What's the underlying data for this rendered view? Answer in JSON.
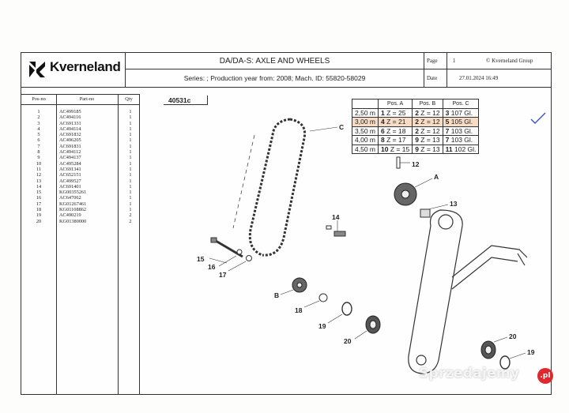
{
  "header": {
    "brand": "Kverneland",
    "title": "DA/DA-S: AXLE AND WHEELS",
    "series": "Series: ; Production year from: 2008; Mach. ID: 55820-58029",
    "page_label": "Page",
    "page_value": "1",
    "copyright": "© Kverneland Group",
    "date_label": "Date",
    "date_value": "27.01.2024  16:49"
  },
  "parts_list": {
    "headers": {
      "pos": "Pos-no",
      "part": "Part-no",
      "qty": "Qty"
    },
    "rows": [
      {
        "pos": "1",
        "part": "AC499185",
        "qty": "1"
      },
      {
        "pos": "2",
        "part": "AC494116",
        "qty": "1"
      },
      {
        "pos": "3",
        "part": "AC691331",
        "qty": "1"
      },
      {
        "pos": "4",
        "part": "AC494114",
        "qty": "1"
      },
      {
        "pos": "5",
        "part": "AC691832",
        "qty": "1"
      },
      {
        "pos": "6",
        "part": "AC496205",
        "qty": "1"
      },
      {
        "pos": "7",
        "part": "AC691831",
        "qty": "1"
      },
      {
        "pos": "8",
        "part": "AC494112",
        "qty": "1"
      },
      {
        "pos": "9",
        "part": "AC494137",
        "qty": "1"
      },
      {
        "pos": "10",
        "part": "AC495284",
        "qty": "1"
      },
      {
        "pos": "11",
        "part": "AC691341",
        "qty": "1"
      },
      {
        "pos": "12",
        "part": "AC652151",
        "qty": "1"
      },
      {
        "pos": "13",
        "part": "AC499527",
        "qty": "1"
      },
      {
        "pos": "14",
        "part": "AC691401",
        "qty": "1"
      },
      {
        "pos": "15",
        "part": "KG00355261",
        "qty": "1"
      },
      {
        "pos": "16",
        "part": "AC647062",
        "qty": "1"
      },
      {
        "pos": "17",
        "part": "KG01267461",
        "qty": "1"
      },
      {
        "pos": "18",
        "part": "KG01108862",
        "qty": "1"
      },
      {
        "pos": "19",
        "part": "AC490219",
        "qty": "2"
      },
      {
        "pos": "20",
        "part": "KG01380000",
        "qty": "2"
      }
    ]
  },
  "diagram": {
    "ref": "40531c",
    "table": {
      "headers": [
        "",
        "Pos. A",
        "Pos. B",
        "Pos. C"
      ],
      "rows": [
        {
          "width": "2,50 m",
          "a_pos": "1",
          "a_z": "Z = 25",
          "b_pos": "2",
          "b_z": "Z = 12",
          "c_pos": "3",
          "c_gl": "107 Gl."
        },
        {
          "width": "3,00 m",
          "a_pos": "4",
          "a_z": "Z = 21",
          "b_pos": "2",
          "b_z": "Z = 12",
          "c_pos": "5",
          "c_gl": "105 Gl."
        },
        {
          "width": "3,50 m",
          "a_pos": "6",
          "a_z": "Z = 18",
          "b_pos": "2",
          "b_z": "Z = 12",
          "c_pos": "7",
          "c_gl": "103 Gl."
        },
        {
          "width": "4,00 m",
          "a_pos": "8",
          "a_z": "Z = 17",
          "b_pos": "9",
          "b_z": "Z = 13",
          "c_pos": "7",
          "c_gl": "103 Gl."
        },
        {
          "width": "4,50 m",
          "a_pos": "10",
          "a_z": "Z = 15",
          "b_pos": "9",
          "b_z": "Z = 13",
          "c_pos": "11",
          "c_gl": "102 Gl."
        }
      ],
      "highlight_color": "#f6dcc6"
    },
    "callouts": {
      "c": "C",
      "a": "A",
      "b": "B",
      "n12": "12",
      "n13": "13",
      "n14": "14",
      "n15": "15",
      "n16": "16",
      "n17": "17",
      "n18": "18",
      "n19a": "19",
      "n20a": "20",
      "n19b": "19",
      "n20b": "20"
    },
    "checkmark_color": "#3a4fc8"
  },
  "watermark": {
    "text": "Sprzedajemy",
    "badge": ".pl"
  }
}
